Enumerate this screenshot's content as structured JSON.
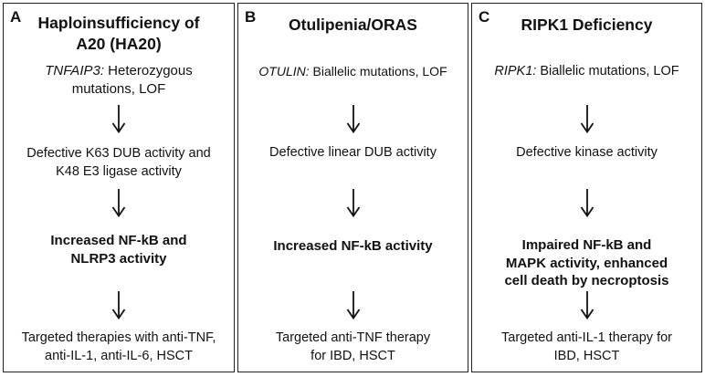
{
  "panels": [
    {
      "letter": "A",
      "title_lines": [
        "Haploinsufficiency of",
        "A20 (HA20)"
      ],
      "gene": "TNFAIP3:",
      "gene_desc_lines": [
        " Heterozygous",
        "mutations, LOF"
      ],
      "step2_lines": [
        "Defective K63 DUB activity and",
        "K48 E3 ligase activity"
      ],
      "step3_lines": [
        "Increased NF-kB and",
        "NLRP3 activity"
      ],
      "step4_lines": [
        "Targeted therapies with anti-TNF,",
        "anti-IL-1, anti-IL-6, HSCT"
      ]
    },
    {
      "letter": "B",
      "title_lines": [
        "Otulipenia/ORAS"
      ],
      "gene": "OTULIN:",
      "gene_desc_lines": [
        " Biallelic mutations, LOF"
      ],
      "step2_lines": [
        "Defective linear DUB activity"
      ],
      "step3_lines": [
        "Increased NF-kB activity"
      ],
      "step4_lines": [
        "Targeted anti-TNF therapy",
        "for IBD, HSCT"
      ]
    },
    {
      "letter": "C",
      "title_lines": [
        "RIPK1 Deficiency"
      ],
      "gene": "RIPK1:",
      "gene_desc_lines": [
        " Biallelic mutations, LOF"
      ],
      "step2_lines": [
        "Defective kinase activity"
      ],
      "step3_lines": [
        "Impaired NF-kB and",
        "MAPK activity, enhanced",
        "cell death by necroptosis"
      ],
      "step4_lines": [
        "Targeted anti-IL-1 therapy for",
        "IBD, HSCT"
      ]
    }
  ]
}
